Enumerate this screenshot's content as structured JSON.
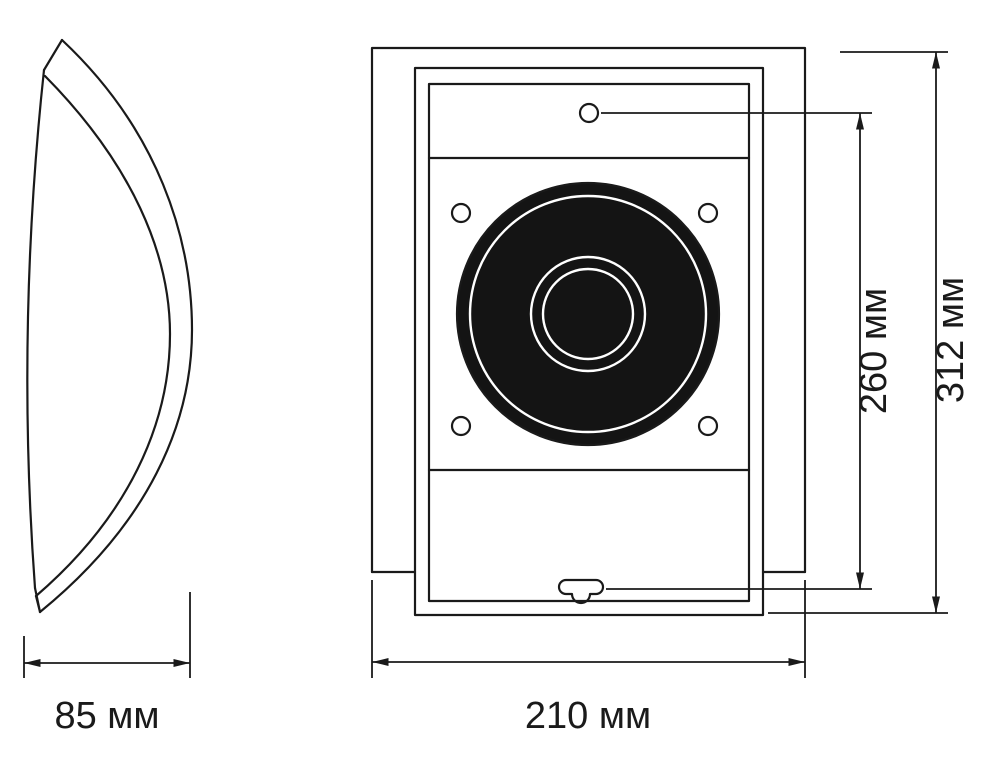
{
  "diagram": {
    "dimensions": {
      "side_depth": "85 мм",
      "front_width": "210 мм",
      "holes_span_height": "260 мм",
      "total_height": "312 мм"
    },
    "colors": {
      "line": "#1a1a1a",
      "speaker_fill": "#141414",
      "background": "#ffffff"
    }
  }
}
